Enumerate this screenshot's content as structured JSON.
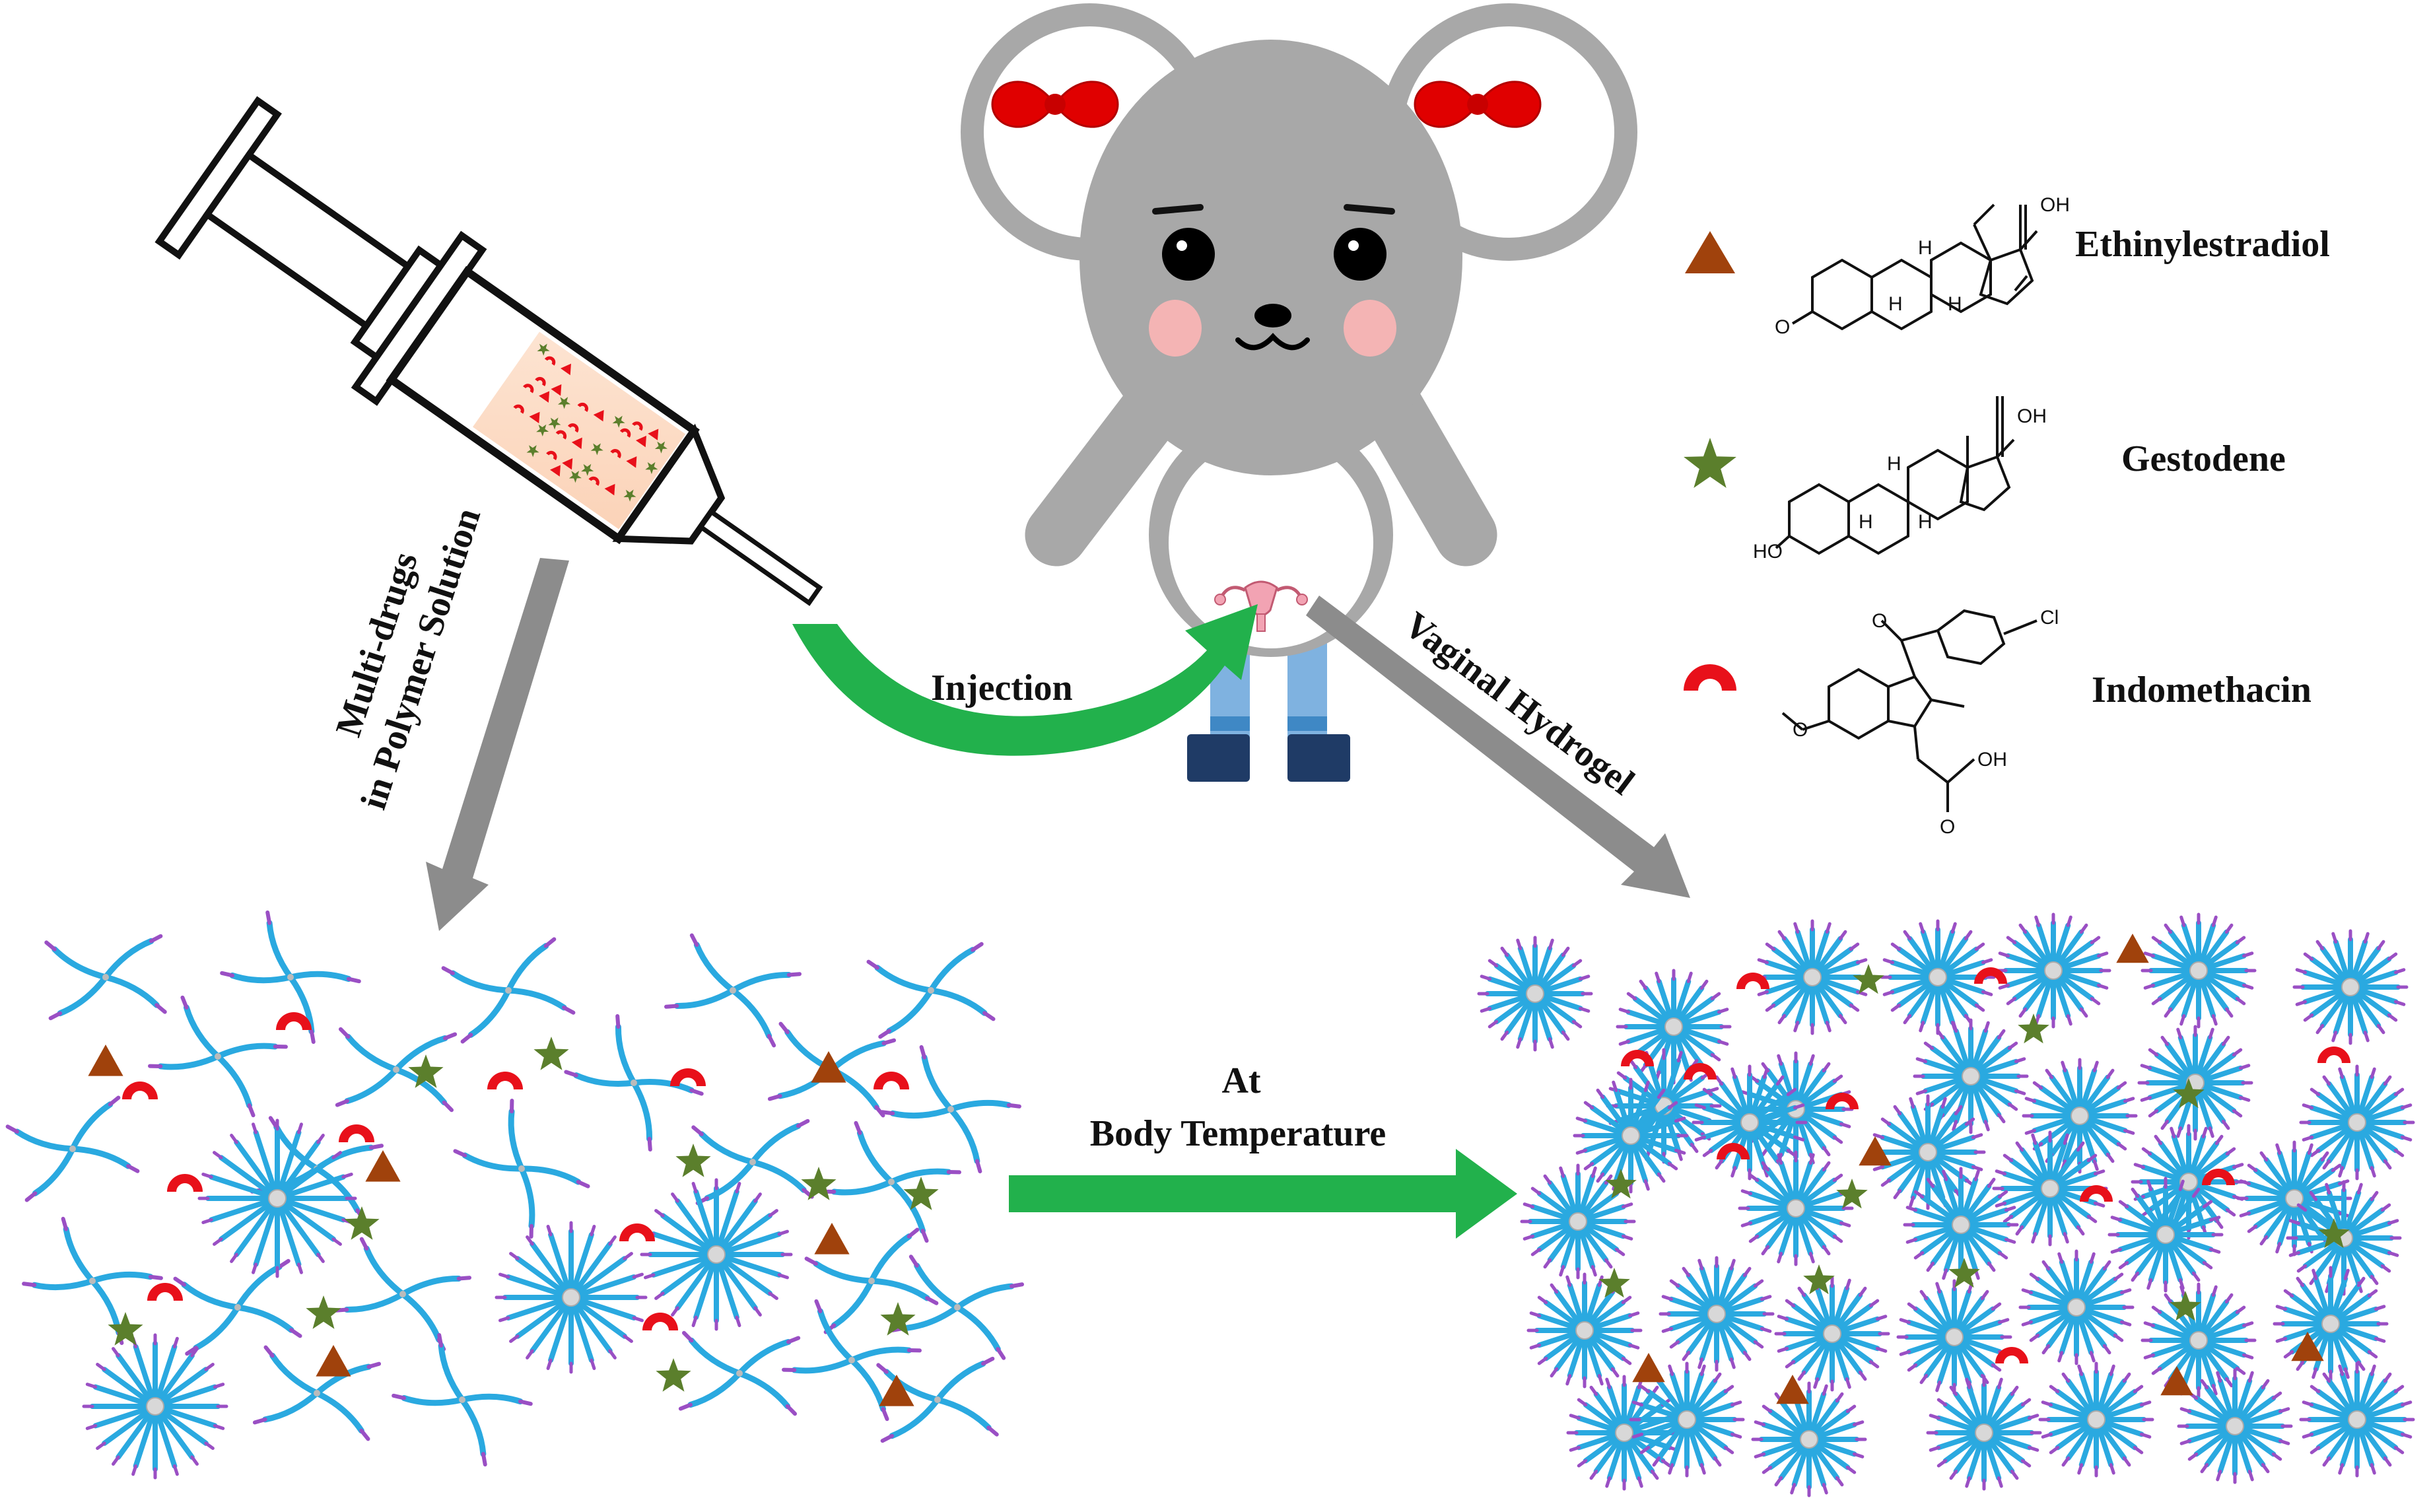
{
  "labels": {
    "injection": "Injection",
    "multi_drugs_line1": "Multi-drugs",
    "multi_drugs_line2": "in Polymer Solution",
    "vaginal_hydrogel": "Vaginal Hydrogel",
    "at": "At",
    "body_temperature": "Body Temperature"
  },
  "legend": [
    {
      "name": "Ethinylestradiol",
      "symbol": "triangle",
      "color": "#a0420c"
    },
    {
      "name": "Gestodene",
      "symbol": "star",
      "color": "#5b7f2c"
    },
    {
      "name": "Indomethacin",
      "symbol": "half-ring",
      "color": "#e8101a"
    }
  ],
  "structure_atoms": {
    "oh": "OH",
    "ho": "HO",
    "o": "O",
    "h": "H",
    "cl": "Cl"
  },
  "colors": {
    "arrow_green": "#22b14c",
    "arrow_gray": "#8c8c8c",
    "polymer_blue": "#2aa9e0",
    "polymer_tip": "#9a4fc4",
    "mouse_gray": "#a8a8a8",
    "bow_red": "#e00000"
  },
  "icons": [
    "syringe-icon",
    "mouse-icon",
    "uterus-icon",
    "micelle-icon",
    "polymer-chain-icon"
  ]
}
